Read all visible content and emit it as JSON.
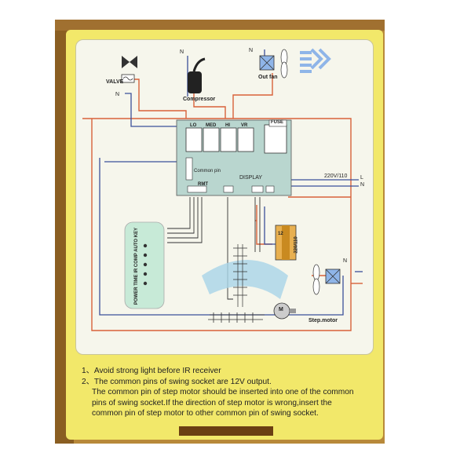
{
  "labels": {
    "valve": "VALVE",
    "n_valve": "N",
    "n_comp": "N",
    "n_fan": "N",
    "n_fan2": "N",
    "compressor": "Compressor",
    "out_fan": "Out fan",
    "lo": "LO",
    "med": "MED",
    "hi": "HI",
    "vr": "VR",
    "fuse": "FUSE",
    "common_pin": "Common pin",
    "display": "DISPLAY",
    "rmt": "RMT",
    "voltage": "220V/110",
    "l_line": "L",
    "n_line": "N",
    "remote_keys": "POWER TIME IR COMP AUTO KEY",
    "trans_12": "12",
    "trans_220": "220/110",
    "motor": "M",
    "step_motor": "Step.motor"
  },
  "notes": [
    "1、Avoid strong light before IR receiver",
    "2、The common pins of swing socket are 12V output.",
    "The common pin of step motor should be inserted into one of the common",
    "pins of swing  socket.If the direction of step motor is wrong,insert the",
    "common pin of step motor to other  common pin of swing socket."
  ],
  "colors": {
    "wire_red": "#d8613a",
    "wire_blue": "#3b4f9a",
    "panel_yellow": "#f2e86a",
    "board_green": "#b9d6cf",
    "box_brown": "#b8893a"
  }
}
